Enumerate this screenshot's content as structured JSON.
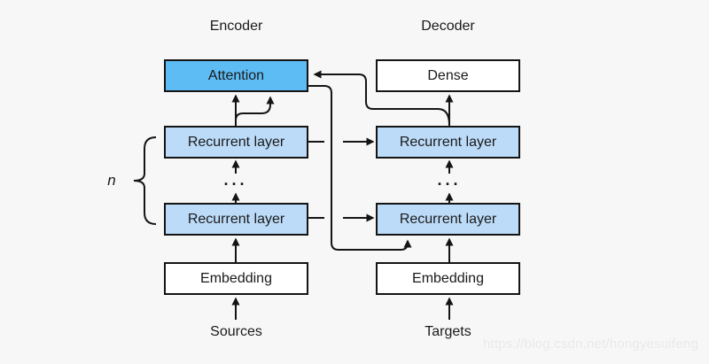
{
  "diagram": {
    "encoder_title": "Encoder",
    "decoder_title": "Decoder",
    "attention_label": "Attention",
    "dense_label": "Dense",
    "encoder_recurrent_top_label": "Recurrent layer",
    "encoder_recurrent_bottom_label": "Recurrent layer",
    "decoder_recurrent_top_label": "Recurrent layer",
    "decoder_recurrent_bottom_label": "Recurrent layer",
    "encoder_embedding_label": "Embedding",
    "decoder_embedding_label": "Embedding",
    "encoder_input_label": "Sources",
    "decoder_input_label": "Targets",
    "stack_count_label": "n",
    "encoder_ellipsis": "...",
    "decoder_ellipsis": "...",
    "watermark": "https://blog.csdn.net/hongyesuifeng"
  },
  "colors": {
    "background": "#f7f7f8",
    "attention_fill": "#5ebcf5",
    "recurrent_fill": "#bcdbf8",
    "box_fill_white": "#ffffff",
    "line": "#141414",
    "text": "#1a1a1a",
    "watermark": "#e9e9eb"
  }
}
